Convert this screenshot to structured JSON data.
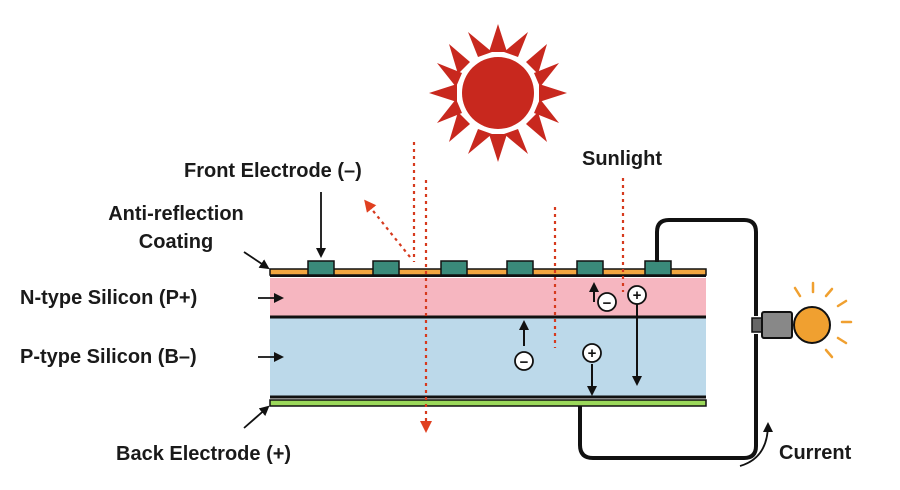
{
  "labels": {
    "sunlight": "Sunlight",
    "front_electrode": "Front Electrode (–)",
    "anti_reflection_line1": "Anti-reflection",
    "anti_reflection_line2": "Coating",
    "n_type": "N-type Silicon (P+)",
    "p_type": "P-type Silicon (B–)",
    "back_electrode": "Back Electrode (+)",
    "current": "Current"
  },
  "symbols": {
    "electron": "−",
    "hole": "+"
  },
  "colors": {
    "sun": "#c8281e",
    "ray": "#d63a1e",
    "n_layer": "#f6b6c0",
    "p_layer": "#bcd9ea",
    "coating": "#f2a640",
    "electrode": "#3a8a7a",
    "back_green": "#9bd85a",
    "bulb": "#f0a030",
    "socket": "#888888",
    "wire": "#111111"
  }
}
